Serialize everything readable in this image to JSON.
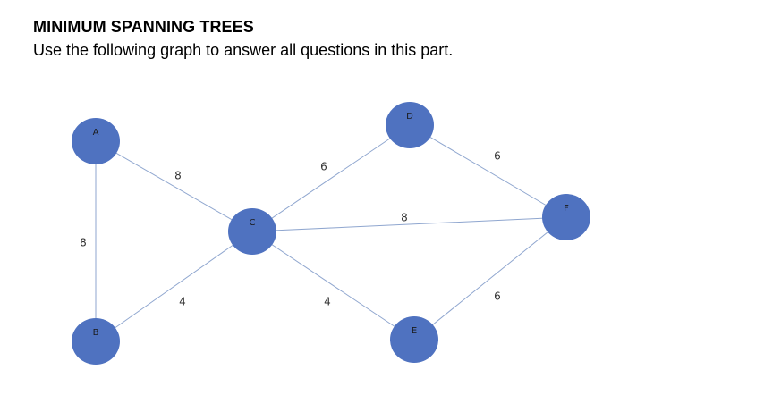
{
  "header": {
    "title": "MINIMUM SPANNING TREES",
    "instruction": "Use the following graph to answer all questions in this part."
  },
  "graph": {
    "node_color": "#4f72c0",
    "edge_color": "#8fa6cf",
    "nodes": [
      {
        "id": "A",
        "label": "A"
      },
      {
        "id": "B",
        "label": "B"
      },
      {
        "id": "C",
        "label": "C"
      },
      {
        "id": "D",
        "label": "D"
      },
      {
        "id": "E",
        "label": "E"
      },
      {
        "id": "F",
        "label": "F"
      }
    ],
    "edges": [
      {
        "from": "A",
        "to": "B",
        "weight": "8"
      },
      {
        "from": "A",
        "to": "C",
        "weight": "8"
      },
      {
        "from": "B",
        "to": "C",
        "weight": "4"
      },
      {
        "from": "C",
        "to": "D",
        "weight": "6"
      },
      {
        "from": "C",
        "to": "F",
        "weight": "8"
      },
      {
        "from": "C",
        "to": "E",
        "weight": "4"
      },
      {
        "from": "D",
        "to": "F",
        "weight": "6"
      },
      {
        "from": "E",
        "to": "F",
        "weight": "6"
      }
    ]
  }
}
